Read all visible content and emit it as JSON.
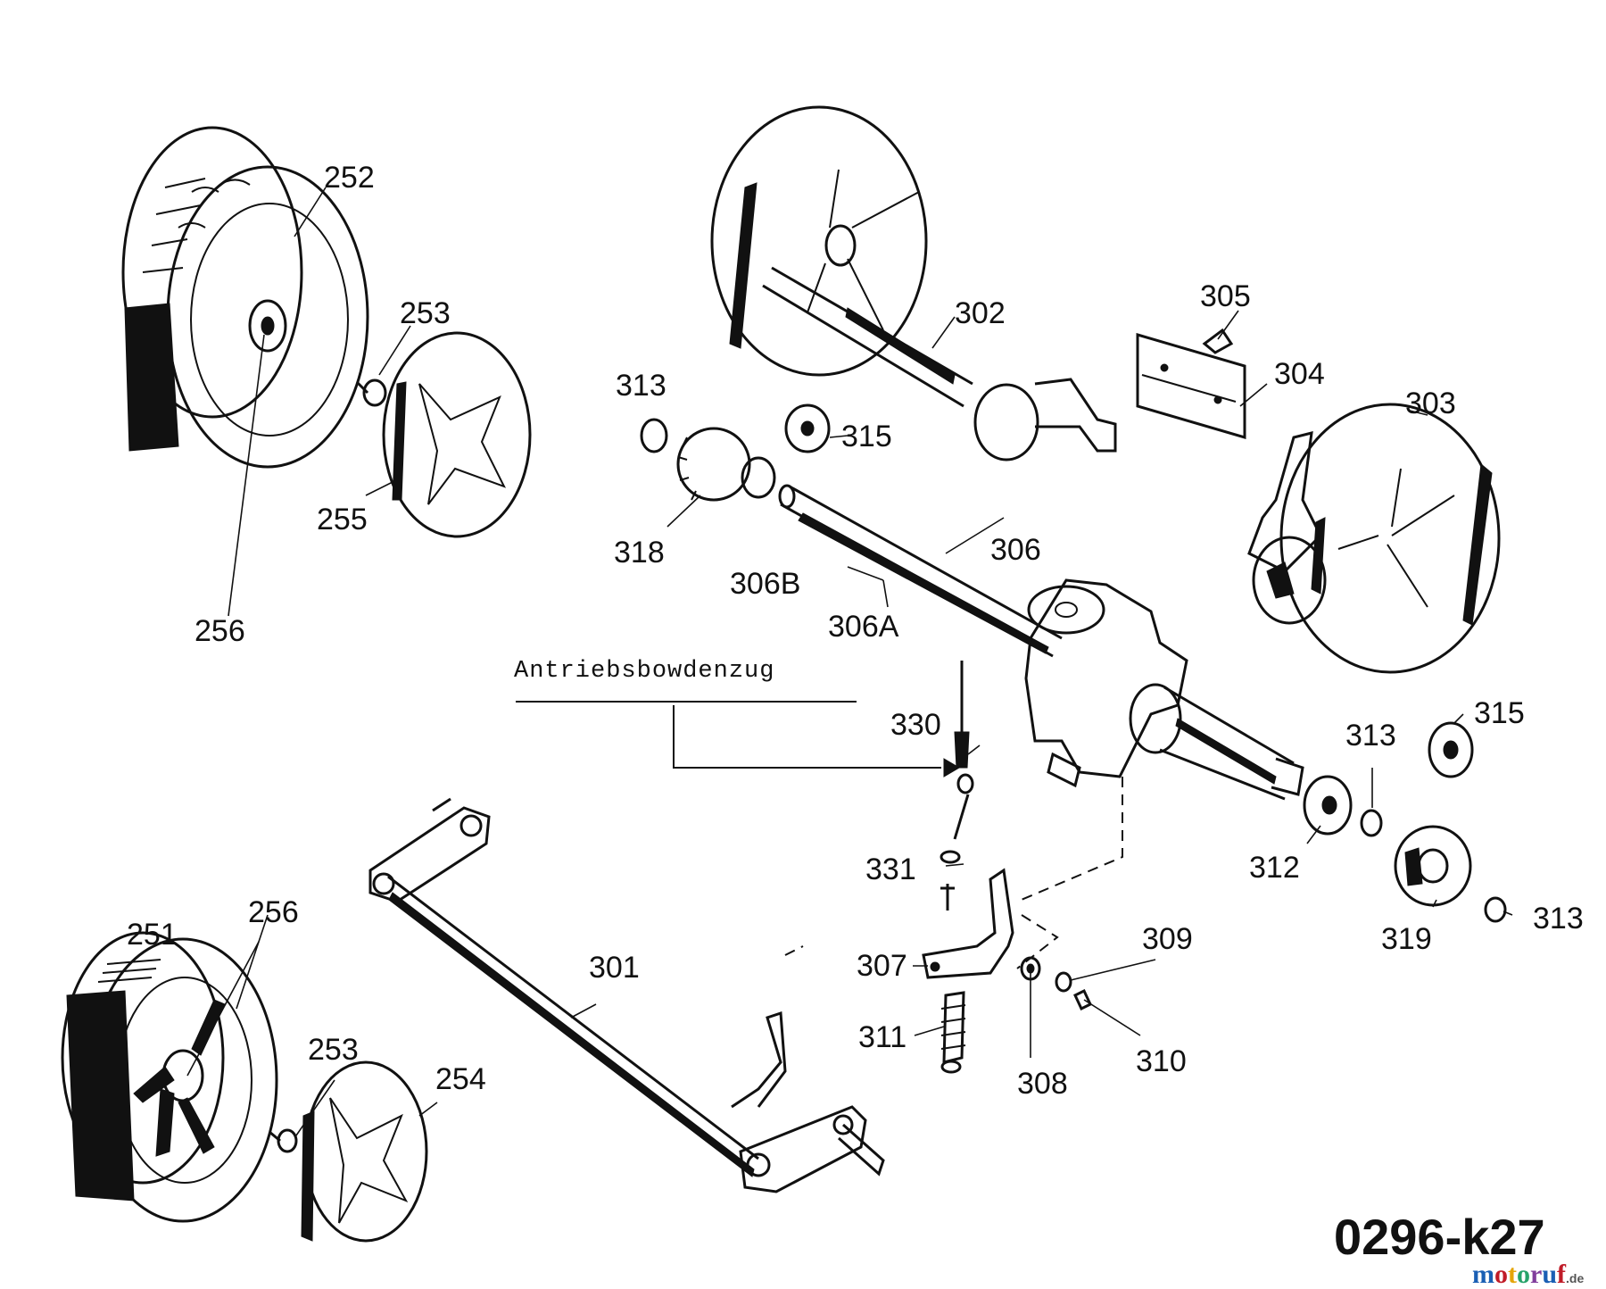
{
  "diagram": {
    "part_labels": [
      {
        "id": "252",
        "text": "252"
      },
      {
        "id": "253a",
        "text": "253"
      },
      {
        "id": "255",
        "text": "255"
      },
      {
        "id": "256a",
        "text": "256"
      },
      {
        "id": "302",
        "text": "302"
      },
      {
        "id": "305",
        "text": "305"
      },
      {
        "id": "304",
        "text": "304"
      },
      {
        "id": "303",
        "text": "303"
      },
      {
        "id": "313a",
        "text": "313"
      },
      {
        "id": "315a",
        "text": "315"
      },
      {
        "id": "318",
        "text": "318"
      },
      {
        "id": "306",
        "text": "306"
      },
      {
        "id": "306B",
        "text": "306B"
      },
      {
        "id": "306A",
        "text": "306A"
      },
      {
        "id": "330",
        "text": "330"
      },
      {
        "id": "315b",
        "text": "315"
      },
      {
        "id": "313b",
        "text": "313"
      },
      {
        "id": "312",
        "text": "312"
      },
      {
        "id": "331",
        "text": "331"
      },
      {
        "id": "319",
        "text": "319"
      },
      {
        "id": "313c",
        "text": "313"
      },
      {
        "id": "251",
        "text": "251"
      },
      {
        "id": "256b",
        "text": "256"
      },
      {
        "id": "301",
        "text": "301"
      },
      {
        "id": "309",
        "text": "309"
      },
      {
        "id": "307",
        "text": "307"
      },
      {
        "id": "253b",
        "text": "253"
      },
      {
        "id": "254",
        "text": "254"
      },
      {
        "id": "311",
        "text": "311"
      },
      {
        "id": "310",
        "text": "310"
      },
      {
        "id": "308",
        "text": "308"
      }
    ],
    "cable_label": "Antriebsbowdenzug",
    "drawing_code": "0296-k27",
    "logo": {
      "text_main": "motoruf",
      "text_suffix": ".de",
      "colors": [
        "#1a5fb4",
        "#c01c28",
        "#e5a50a",
        "#26a269",
        "#813d9c",
        "#1a5fb4",
        "#c01c28"
      ]
    }
  }
}
